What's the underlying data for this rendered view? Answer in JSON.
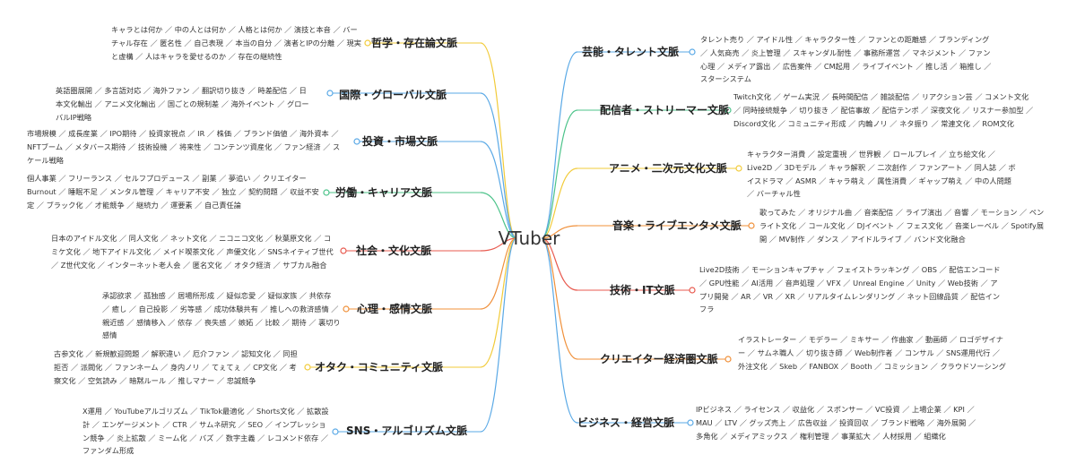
{
  "center": {
    "label": "VTuber"
  },
  "left": [
    {
      "title": "哲学・存在論文脈",
      "color": "#f2cb3a",
      "detail": "キャラとは何か ／ 中の人とは何か ／ 人格とは何か ／ 演技と本音 ／ バーチャル存在 ／ 匿名性 ／ 自己表現 ／ 本当の自分 ／ 演者とIPの分離 ／ 現実と虚構 ／ 人はキャラを愛せるのか ／ 存在の継続性"
    },
    {
      "title": "国際・グローバル文脈",
      "color": "#5aa9e6",
      "detail": "英語圏展開 ／ 多言語対応 ／ 海外ファン ／ 翻訳切り抜き ／ 時差配信 ／ 日本文化輸出 ／ アニメ文化輸出 ／ 国ごとの規制差 ／ 海外イベント ／ グローバルIP戦略"
    },
    {
      "title": "投資・市場文脈",
      "color": "#5aa9e6",
      "detail": "市場規模 ／ 成長産業 ／ IPO期待 ／ 投資家視点 ／ IR ／ 株価 ／ ブランド価値 ／ 海外資本 ／ NFTブーム ／ メタバース期待 ／ 技術投機 ／ 将来性 ／ コンテンツ資産化 ／ ファン経済 ／ スケール戦略"
    },
    {
      "title": "労働・キャリア文脈",
      "color": "#4cc38a",
      "detail": "個人事業 ／ フリーランス ／ セルフプロデュース ／ 副業 ／ 夢追い ／ クリエイターBurnout ／ 睡眠不足 ／ メンタル管理 ／ キャリア不安 ／ 独立 ／ 契約問題 ／ 収益不安定 ／ ブラック化 ／ 才能競争 ／ 継続力 ／ 運要素 ／ 自己責任論"
    },
    {
      "title": "社会・文化文脈",
      "color": "#e85a4f",
      "detail": "日本のアイドル文化 ／ 同人文化 ／ ネット文化 ／ ニコニコ文化 ／ 秋葉原文化 ／ コミケ文化 ／ 地下アイドル文化 ／ メイド喫茶文化 ／ 声優文化 ／ SNSネイティブ世代 ／ Z世代文化 ／ インターネット老人会 ／ 匿名文化 ／ オタク経済 ／ サブカル融合"
    },
    {
      "title": "心理・感情文脈",
      "color": "#f0903a",
      "detail": "承認欲求 ／ 孤独感 ／ 居場所形成 ／ 疑似恋愛 ／ 疑似家族 ／ 共依存 ／ 癒し ／ 自己投影 ／ 劣等感 ／ 成功体験共有 ／ 推しへの救済感情 ／ 親近感 ／ 感情移入 ／ 依存 ／ 喪失感 ／ 嫉妬 ／ 比較 ／ 期待 ／ 裏切り感情"
    },
    {
      "title": "オタク・コミュニティ文脈",
      "color": "#f2cb3a",
      "detail": "古参文化 ／ 新規歓迎問題 ／ 解釈違い ／ 厄介ファン ／ 認知文化 ／ 同担拒否 ／ 派閥化 ／ ファンネーム ／ 身内ノリ ／ てぇてぇ ／ CP文化 ／ 考察文化 ／ 空気読み ／ 暗黙ルール ／ 推しマナー ／ 忠誠競争"
    },
    {
      "title": "SNS・アルゴリズム文脈",
      "color": "#5aa9e6",
      "detail": "X運用 ／ YouTubeアルゴリズム ／ TikTok最適化 ／ Shorts文化 ／ 拡散設計 ／ エンゲージメント ／ CTR ／ サムネ研究 ／ SEO ／ インプレッション競争 ／ 炎上拡散 ／ ミーム化 ／ バズ ／ 数字主義 ／ レコメンド依存 ／ ファンダム形成"
    }
  ],
  "right": [
    {
      "title": "芸能・タレント文脈",
      "color": "#5aa9e6",
      "detail": "タレント売り ／ アイドル性 ／ キャラクター性 ／ ファンとの距離感 ／ ブランディング ／ 人気商売 ／ 炎上管理 ／ スキャンダル耐性 ／ 事務所運営 ／ マネジメント ／ ファン心理 ／ メディア露出 ／ 広告案件 ／ CM起用 ／ ライブイベント ／ 推し活 ／ 箱推し ／ スターシステム"
    },
    {
      "title": "配信者・ストリーマー文脈",
      "color": "#4cc38a",
      "detail": "Twitch文化 ／ ゲーム実況 ／ 長時間配信 ／ 雑談配信 ／ リアクション芸 ／ コメント文化 ／ 同時接続競争 ／ 切り抜き ／ 配信事故 ／ 配信テンポ ／ 深夜文化 ／ リスナー参加型 ／ Discord文化 ／ コミュニティ形成 ／ 内輪ノリ ／ ネタ振り ／ 常連文化 ／ ROM文化"
    },
    {
      "title": "アニメ・二次元文化文脈",
      "color": "#f2cb3a",
      "detail": "キャラクター消費 ／ 設定重視 ／ 世界観 ／ ロールプレイ ／ 立ち絵文化 ／ Live2D ／ 3Dモデル ／ キャラ解釈 ／ 二次創作 ／ ファンアート ／ 同人誌 ／ ボイスドラマ ／ ASMR ／ キャラ萌え ／ 属性消費 ／ ギャップ萌え ／ 中の人問題 ／ バーチャル性"
    },
    {
      "title": "音楽・ライブエンタメ文脈",
      "color": "#f0903a",
      "detail": "歌ってみた ／ オリジナル曲 ／ 音楽配信 ／ ライブ演出 ／ 音響 ／ モーション ／ ペンライト文化 ／ コール文化 ／ DJイベント ／ フェス文化 ／ 音楽レーベル ／ Spotify展開 ／ MV制作 ／ ダンス ／ アイドルライブ ／ バンド文化融合"
    },
    {
      "title": "技術・IT文脈",
      "color": "#e85a4f",
      "detail": "Live2D技術 ／ モーションキャプチャ ／ フェイストラッキング ／ OBS ／ 配信エンコード ／ GPU性能 ／ AI活用 ／ 音声処理 ／ VFX ／ Unreal Engine ／ Unity ／ Web技術 ／ アプリ開発 ／ AR ／ VR ／ XR ／ リアルタイムレンダリング ／ ネット回線品質 ／ 配信インフラ"
    },
    {
      "title": "クリエイター経済圏文脈",
      "color": "#f0903a",
      "detail": "イラストレーター ／ モデラー ／ ミキサー ／ 作曲家 ／ 動画師 ／ ロゴデザイナー ／ サムネ職人 ／ 切り抜き師 ／ Web制作者 ／ コンサル ／ SNS運用代行 ／ 外注文化 ／ Skeb ／ FANBOX ／ Booth ／ コミッション ／ クラウドソーシング"
    },
    {
      "title": "ビジネス・経営文脈",
      "color": "#5aa9e6",
      "detail": "IPビジネス ／ ライセンス ／ 収益化 ／ スポンサー ／ VC投資 ／ 上場企業 ／ KPI ／ MAU ／ LTV ／ グッズ売上 ／ 広告収益 ／ 投資回収 ／ ブランド戦略 ／ 海外展開 ／ 多角化 ／ メディアミックス ／ 権利管理 ／ 事業拡大 ／ 人材採用 ／ 組織化"
    }
  ]
}
